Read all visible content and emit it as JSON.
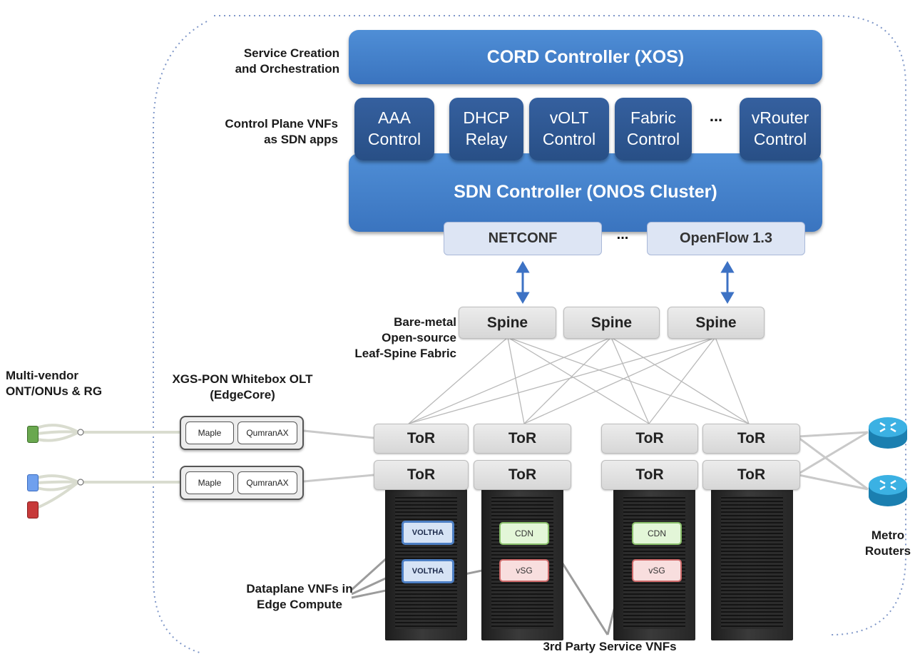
{
  "labels": {
    "service_creation": [
      "Service Creation",
      "and Orchestration"
    ],
    "control_plane": [
      "Control Plane VNFs",
      "as SDN apps"
    ],
    "bare_metal": [
      "Bare-metal",
      "Open-source",
      "Leaf-Spine Fabric"
    ],
    "multi_vendor": [
      "Multi-vendor",
      "ONT/ONUs & RG"
    ],
    "xgs_pon": [
      "XGS-PON Whitebox OLT",
      "(EdgeCore)"
    ],
    "dataplane": [
      "Dataplane VNFs in",
      "Edge Compute"
    ],
    "metro": [
      "Metro",
      "Routers"
    ],
    "third_party": "3rd Party Service VNFs"
  },
  "cord_controller": "CORD Controller (XOS)",
  "sdn_controller": "SDN Controller (ONOS Cluster)",
  "control_vnfs": [
    {
      "line1": "AAA",
      "line2": "Control"
    },
    {
      "line1": "DHCP",
      "line2": "Relay"
    },
    {
      "line1": "vOLT",
      "line2": "Control"
    },
    {
      "line1": "Fabric",
      "line2": "Control"
    },
    {
      "line1": "vRouter",
      "line2": "Control"
    }
  ],
  "ellipsis": "...",
  "protocols": {
    "netconf": "NETCONF",
    "openflow": "OpenFlow 1.3"
  },
  "spine_label": "Spine",
  "tor_label": "ToR",
  "olt_chips": {
    "maple": "Maple",
    "qumran": "QumranAX"
  },
  "rack_vnfs": {
    "voltha": "VOLTHA",
    "cdn": "CDN",
    "vsg": "vSG"
  },
  "colors": {
    "cord_blue": "#3a74bf",
    "vnf_navy": "#284f86",
    "ont_green": "#6aa84f",
    "ont_blue": "#4a86e8",
    "ont_red": "#cc3333",
    "router_blue": "#2fa6d9"
  }
}
